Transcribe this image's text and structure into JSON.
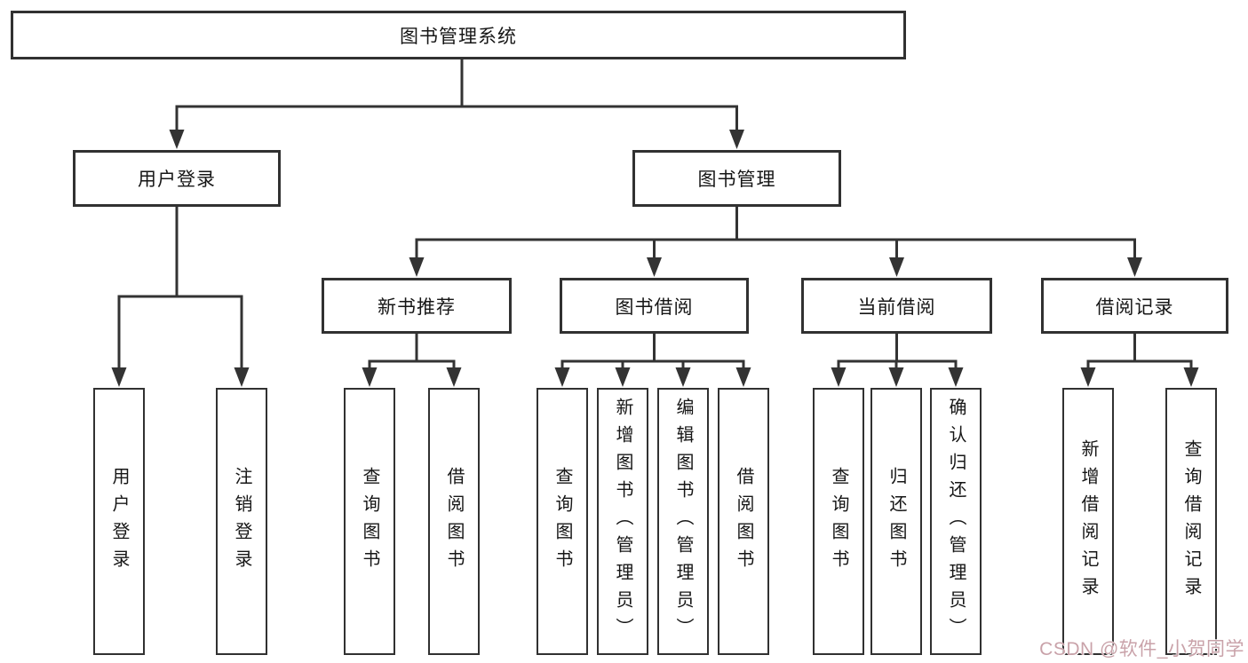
{
  "tree": {
    "label": "图书管理系统",
    "children": [
      {
        "label": "用户登录",
        "children": [
          {
            "label": "用户登录"
          },
          {
            "label": "注销登录"
          }
        ]
      },
      {
        "label": "图书管理",
        "children": [
          {
            "label": "新书推荐",
            "children": [
              {
                "label": "查询图书"
              },
              {
                "label": "借阅图书"
              }
            ]
          },
          {
            "label": "图书借阅",
            "children": [
              {
                "label": "查询图书"
              },
              {
                "label": "新增图书（管理员）"
              },
              {
                "label": "编辑图书（管理员）"
              },
              {
                "label": "借阅图书"
              }
            ]
          },
          {
            "label": "当前借阅",
            "children": [
              {
                "label": "查询图书"
              },
              {
                "label": "归还图书"
              },
              {
                "label": "确认归还（管理员）"
              }
            ]
          },
          {
            "label": "借阅记录",
            "children": [
              {
                "label": "新增借阅记录"
              },
              {
                "label": "查询借阅记录"
              }
            ]
          }
        ]
      }
    ]
  },
  "watermark": {
    "text": "CSDN @软件_小贺同学",
    "color": "#c9a2a9"
  },
  "colors": {
    "line": "#333333",
    "box_border": "#313131",
    "text": "#161616",
    "background": "#ffffff"
  }
}
